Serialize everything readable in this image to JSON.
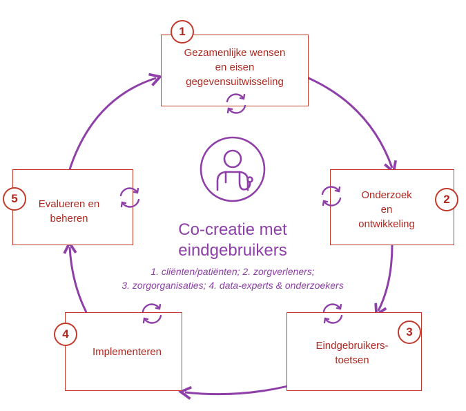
{
  "colors": {
    "box_border": "#c0392b",
    "text": "#b0281f",
    "accent": "#8e3fa8"
  },
  "center": {
    "title": "Co-creatie met\neindgebruikers",
    "sub_line1": "1.   cliënten/patiënten; 2. zorgverleners;",
    "sub_line2": "3. zorgorganisaties; 4. data-experts & onderzoekers",
    "icon": "doctor-stethoscope-icon"
  },
  "steps": [
    {
      "number": "1",
      "label": "Gezamenlijke wensen\nen eisen\ngegevensuitwisseling"
    },
    {
      "number": "2",
      "label": "Onderzoek\nen\nontwikkeling"
    },
    {
      "number": "3",
      "label": "Eindgebruikers-\ntoetsen"
    },
    {
      "number": "4",
      "label": "Implementeren"
    },
    {
      "number": "5",
      "label": "Evalueren en\nbeheren"
    }
  ],
  "cycle_icon": "refresh-cycle-icon"
}
